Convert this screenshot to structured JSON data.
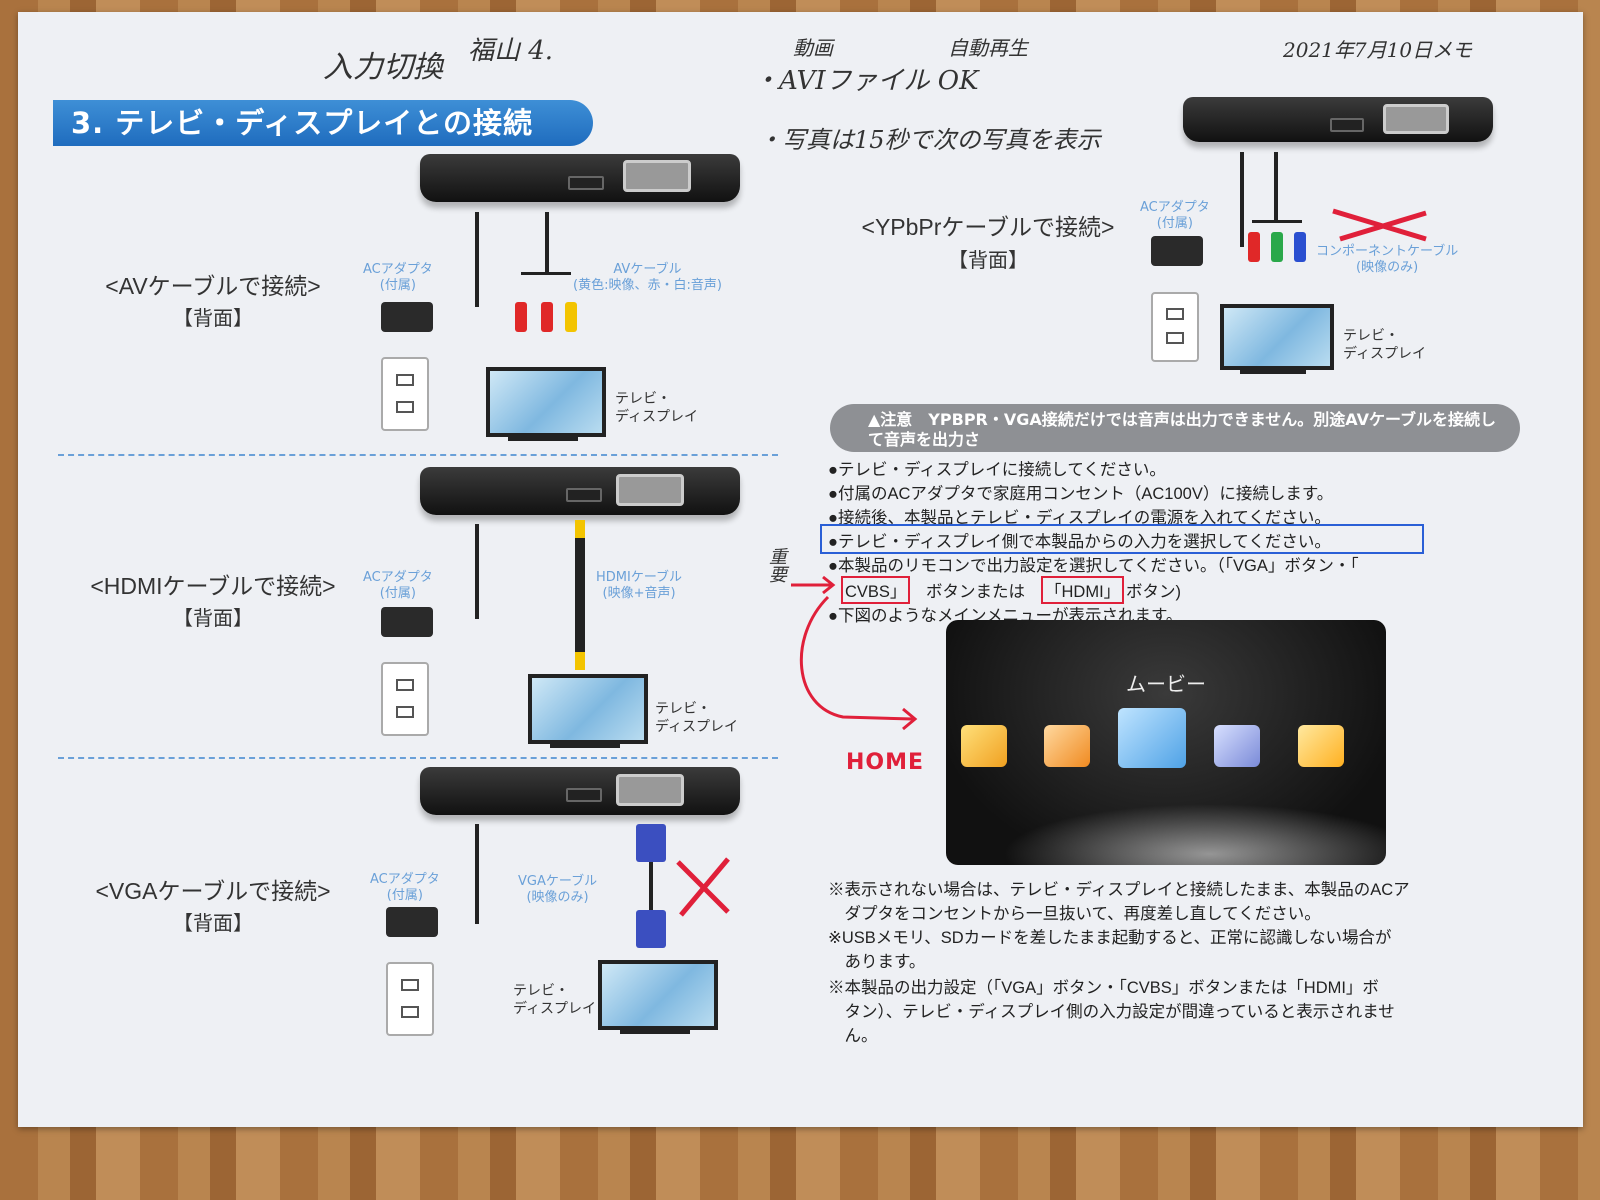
{
  "handwritten": {
    "input_switch": "入力切換",
    "name": "福山 4.",
    "video": "動画",
    "autoplay": "自動再生",
    "avi_ok": "・AVIファイル OK",
    "photo_note": "・写真は15秒で次の写真を表示",
    "date_memo": "2021年7月10日メモ",
    "important": "重要",
    "home": "HOME"
  },
  "section_title": "3. テレビ・ディスプレイとの接続",
  "connections": {
    "av": {
      "title": "<AVケーブルで接続>",
      "sub": "【背面】",
      "adapter": "ACアダプタ\n(付属)",
      "cable": "AVケーブル\n(黄色:映像、赤・白:音声)",
      "tv": "テレビ・\nディスプレイ"
    },
    "hdmi": {
      "title": "<HDMIケーブルで接続>",
      "sub": "【背面】",
      "adapter": "ACアダプタ\n(付属)",
      "cable": "HDMIケーブル\n(映像+音声)",
      "tv": "テレビ・\nディスプレイ"
    },
    "vga": {
      "title": "<VGAケーブルで接続>",
      "sub": "【背面】",
      "adapter": "ACアダプタ\n(付属)",
      "cable": "VGAケーブル\n(映像のみ)",
      "tv": "テレビ・\nディスプレイ"
    },
    "ypbpr": {
      "title": "<YPbPrケーブルで接続>",
      "sub": "【背面】",
      "adapter": "ACアダプタ\n(付属)",
      "cable": "コンポーネントケーブル\n(映像のみ)",
      "tv": "テレビ・\nディスプレイ"
    }
  },
  "caution": "▲注意　YPBPR・VGA接続だけでは音声は出力できません。別途AVケーブルを接続して音声を出力さ",
  "bullets": [
    "●テレビ・ディスプレイに接続してください。",
    "●付属のACアダプタで家庭用コンセント（AC100V）に接続します。",
    "●接続後、本製品とテレビ・ディスプレイの電源を入れてください。",
    "●テレビ・ディスプレイ側で本製品からの入力を選択してください。",
    "●本製品のリモコンで出力設定を選択してください。（「VGA」ボタン・「",
    "●下図のようなメインメニューが表示されます。"
  ],
  "bullet5_cont": {
    "cvbs": "CVBS」",
    "mid": "ボタンまたは",
    "hdmi": "「HDMI」",
    "end": "ボタン)"
  },
  "menu_title": "ムービー",
  "notes": [
    "※表示されない場合は、テレビ・ディスプレイと接続したまま、本製品のACア",
    "　ダプタをコンセントから一旦抜いて、再度差し直してください。",
    "※USBメモリ、SDカードを差したまま起動すると、正常に認識しない場合が",
    "　あります。",
    "※本製品の出力設定（「VGA」ボタン・「CVBS」ボタンまたは「HDMI」ボ",
    "　タン）、テレビ・ディスプレイ側の入力設定が間違っていると表示されませ",
    "　ん。"
  ],
  "colors": {
    "accent_blue": "#1f6cbe",
    "annot_red": "#e0203a",
    "annot_blue": "#2a5fd6"
  }
}
